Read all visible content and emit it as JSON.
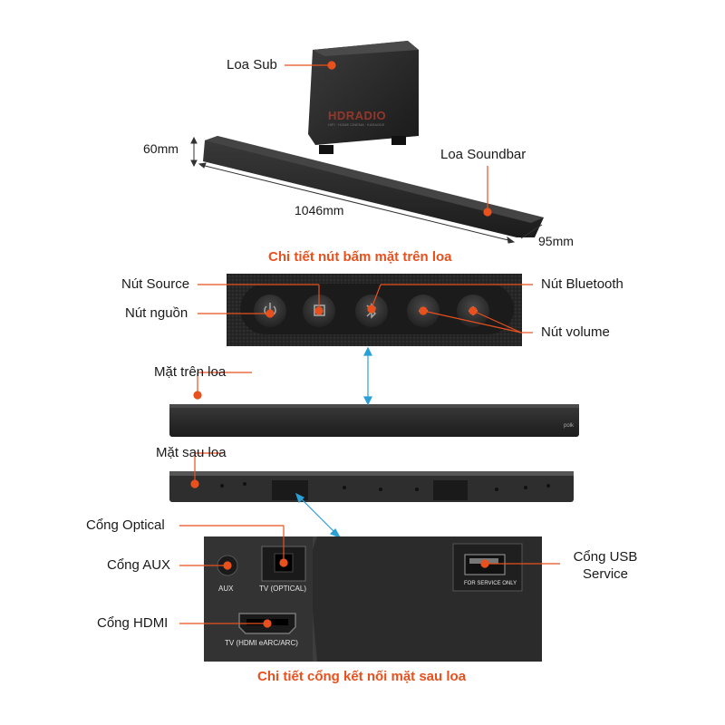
{
  "labels": {
    "sub": "Loa Sub",
    "soundbar": "Loa Soundbar",
    "height": "60mm",
    "width": "1046mm",
    "depth": "95mm",
    "top_buttons_title": "Chi tiết nút bấm mặt trên loa",
    "source": "Nút Source",
    "power": "Nút nguồn",
    "bluetooth": "Nút Bluetooth",
    "volume": "Nút volume",
    "top_side": "Mặt trên loa",
    "back_side": "Mặt sau loa",
    "optical": "Cổng Optical",
    "aux": "Cổng AUX",
    "hdmi": "Cổng HDMI",
    "usb": "Cổng USB Service",
    "ports_title": "Chi tiết cổng kết nối mặt sau loa"
  },
  "port_text": {
    "aux": "AUX",
    "optical": "TV (OPTICAL)",
    "hdmi": "TV (HDMI eARC/ARC)",
    "usb": "FOR SERVICE ONLY"
  },
  "watermark": {
    "name": "HDRADIO",
    "tagline": "HIFI · HOME CINEMA · KARAOKE"
  },
  "colors": {
    "accent": "#e8501e",
    "connector": "#2a9fd8",
    "device": "#2b2b2b"
  }
}
